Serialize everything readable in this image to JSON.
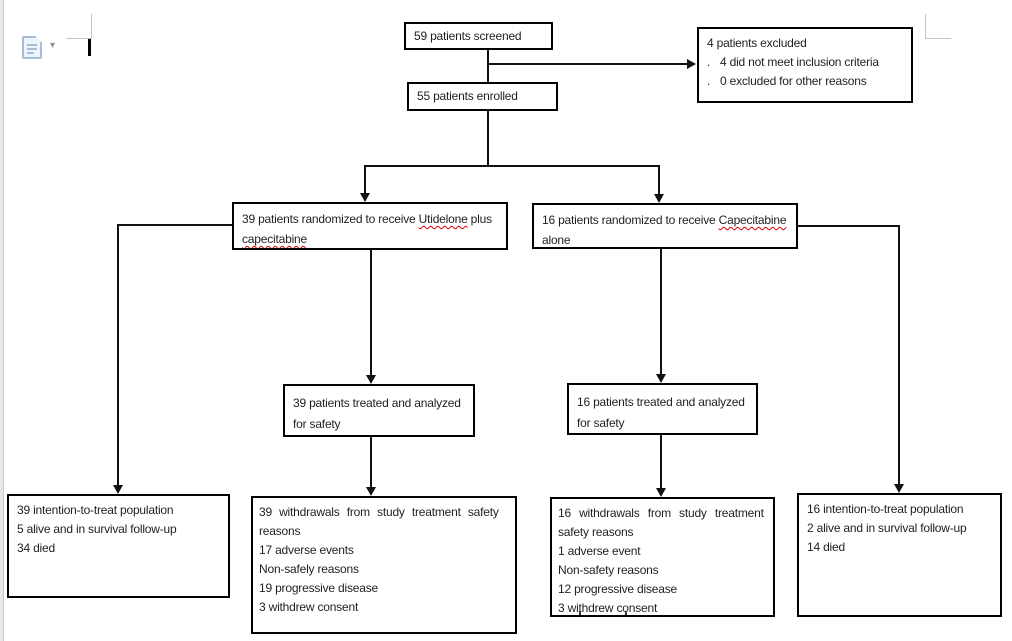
{
  "icons": {
    "paste_options": "document-paste-icon",
    "dropdown_arrow": "▾"
  },
  "colors": {
    "box_border": "#000000",
    "connector": "#111111",
    "spellcheck_underline": "#e00000",
    "page_guide_gray": "#c3c3c3"
  },
  "flowchart": {
    "screened": "59 patients screened",
    "enrolled": "55 patients enrolled",
    "excluded": {
      "title": "4 patients excluded",
      "bullet": ".",
      "items": [
        "4 did not meet inclusion criteria",
        "0 excluded for other reasons"
      ]
    },
    "rand_utidelone": {
      "pre": "39 patients randomized to receive ",
      "drug": "Utidelone",
      "post": " plus",
      "line2_drug": "capecitabine"
    },
    "rand_capecitabine": {
      "pre": "16 patients randomized to receive ",
      "drug": "Capecitabine",
      "line2": "alone"
    },
    "safety_utidelone": {
      "line1": "39 patients treated and analyzed",
      "line2": "for safety"
    },
    "safety_capecitabine": {
      "line1": "16 patients treated and analyzed",
      "line2": "for safety"
    },
    "itt_utidelone": {
      "lines": [
        "39 intention-to-treat population",
        "5 alive and in survival follow-up",
        "34 died"
      ]
    },
    "withdrawals_utidelone": {
      "line1": "39 withdrawals from study treatment safety",
      "lines": [
        "reasons",
        "17 adverse events",
        "Non-safely reasons",
        "19 progressive disease",
        "3 withdrew consent"
      ]
    },
    "withdrawals_capecitabine": {
      "line1": "16 withdrawals from study treatment",
      "lines": [
        "safety reasons",
        "1 adverse event",
        "Non-safety reasons",
        "12 progressive disease",
        "3 withdrew consent"
      ]
    },
    "itt_capecitabine": {
      "lines": [
        "16 intention-to-treat population",
        "2 alive and in survival follow-up",
        "14 died"
      ]
    }
  }
}
